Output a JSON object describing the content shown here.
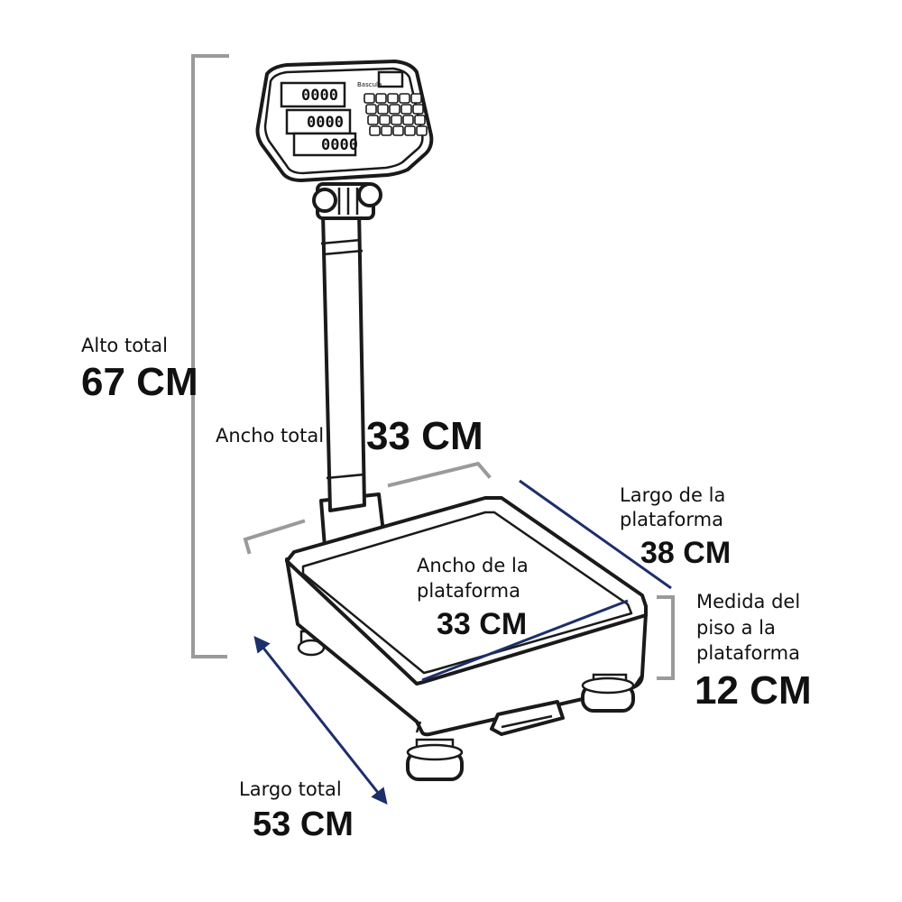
{
  "display": {
    "brand": "Bascula",
    "readouts": [
      "0000",
      "0000",
      "0000"
    ]
  },
  "dimensions": {
    "alto_total": {
      "label": "Alto total",
      "value": "67 CM"
    },
    "ancho_total": {
      "label": "Ancho total",
      "value": "33 CM"
    },
    "largo_plataforma": {
      "label_line1": "Largo de la",
      "label_line2": "plataforma",
      "value": "38 CM"
    },
    "ancho_plataforma": {
      "label_line1": "Ancho de la",
      "label_line2": "plataforma",
      "value": "33 CM"
    },
    "medida_piso": {
      "label_line1": "Medida del",
      "label_line2": "piso a la",
      "label_line3": "plataforma",
      "value": "12 CM"
    },
    "largo_total": {
      "label": "Largo total",
      "value": "53 CM"
    }
  },
  "colors": {
    "bracket_gray": "#9a9a9a",
    "arrow_navy": "#1d2f6b",
    "outline": "#1a1a1a"
  }
}
